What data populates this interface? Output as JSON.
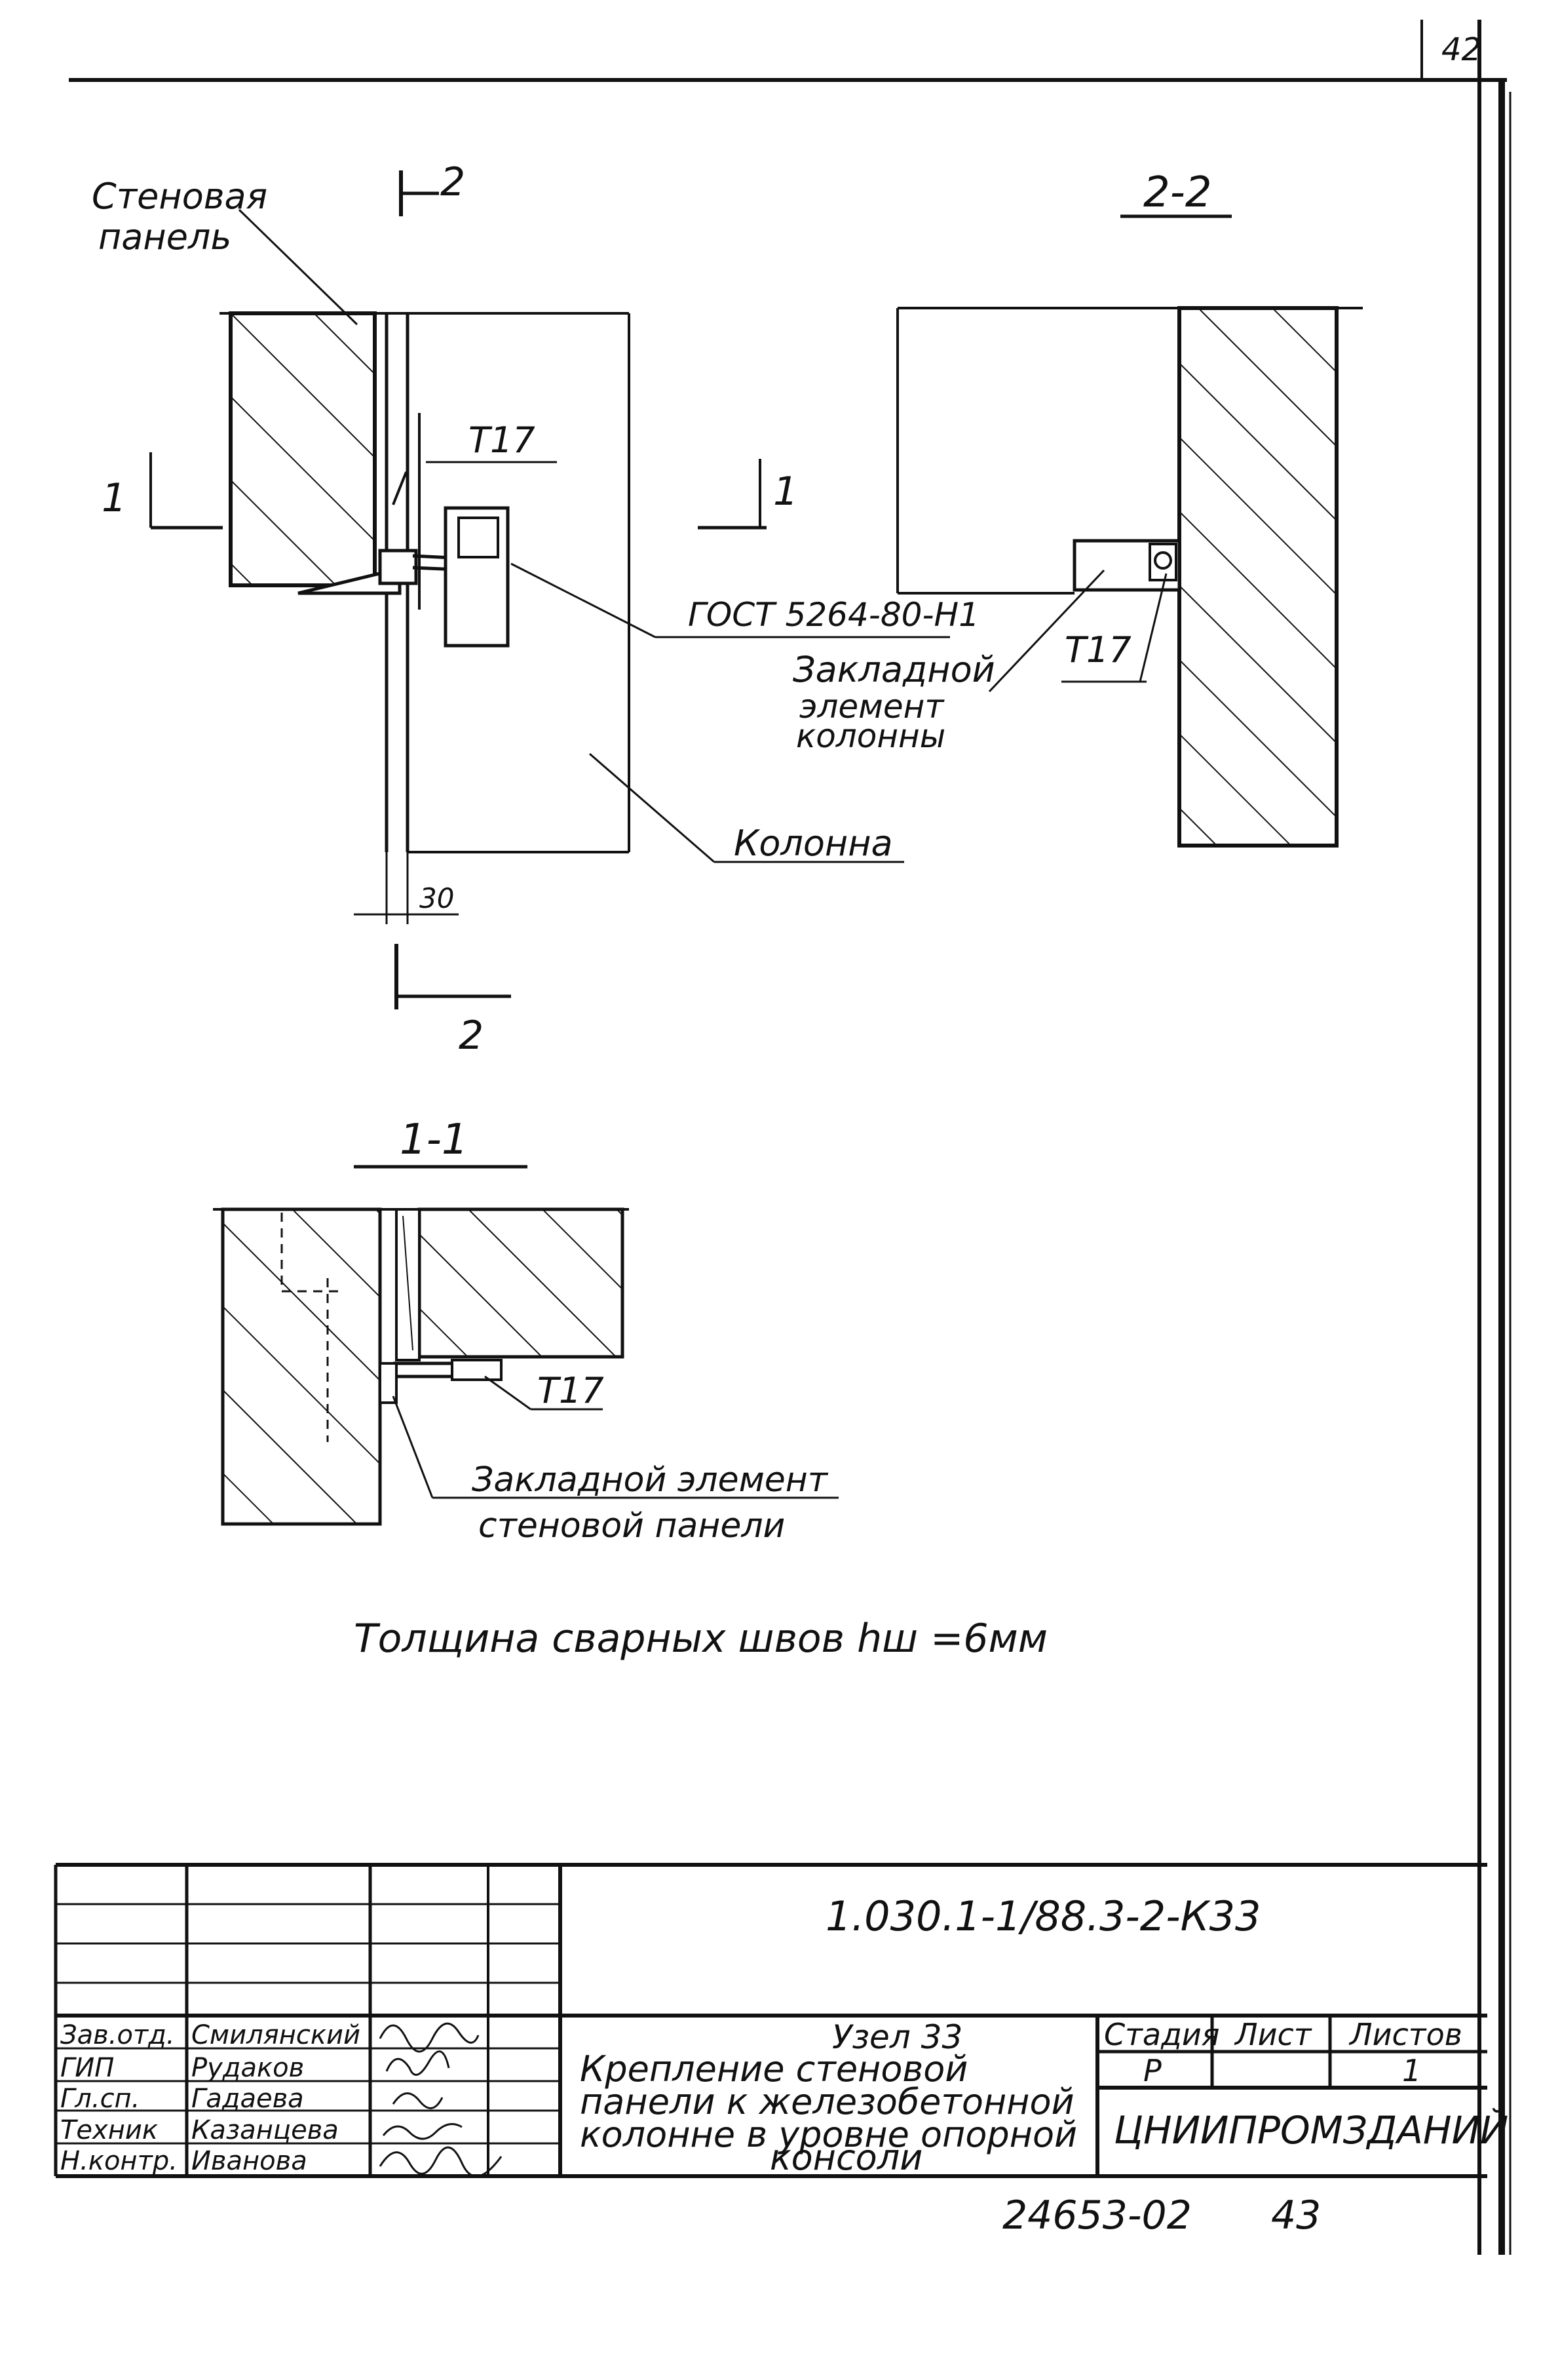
{
  "sheet_number": "42",
  "labels": {
    "wall_panel_line1": "Стеновая",
    "wall_panel_line2": "панель",
    "section_mark": "2",
    "section_mark_bottom": "2",
    "section_22_title": "2-2",
    "section_11_title": "1-1",
    "cut_mark_left": "1",
    "cut_mark_right": "1",
    "t17_top": "Т17",
    "t17_right": "Т17",
    "t17_bottom": "Т17",
    "gost": "ГОСТ 5264-80-Н1",
    "embedded_column_line1": "Закладной",
    "embedded_column_line2": "элемент",
    "embedded_column_line3": "колонны",
    "column": "Колонна",
    "dim_30": "30",
    "embedded_panel_line1": "Закладной  элемент",
    "embedded_panel_line2": "стеновой  панели",
    "weld_note": "Толщина   сварных   швов  hш =6мм"
  },
  "title_block": {
    "designation": "1.030.1-1/88.3-2-К33",
    "node_title": "Узел 33",
    "desc_line1": "Крепление  стеновой",
    "desc_line2": "панели  к  железобетонной",
    "desc_line3": "колонне  в  уровне  опорной",
    "desc_line4": "консоли",
    "stage_header": "Стадия",
    "sheet_header": "Лист",
    "sheets_header": "Листов",
    "stage_value": "Р",
    "sheets_value": "1",
    "organization": "ЦНИИПРОМЗДАНИЙ",
    "roles": [
      "Зав.отд.",
      "ГИП",
      "Гл.сп.",
      "Техник",
      "Н.контр."
    ],
    "names": [
      "Смилянский",
      "Рудаков",
      "Гадаева",
      "Казанцева",
      "Иванова"
    ]
  },
  "footer": {
    "doc_number": "24653-02",
    "page": "43"
  }
}
